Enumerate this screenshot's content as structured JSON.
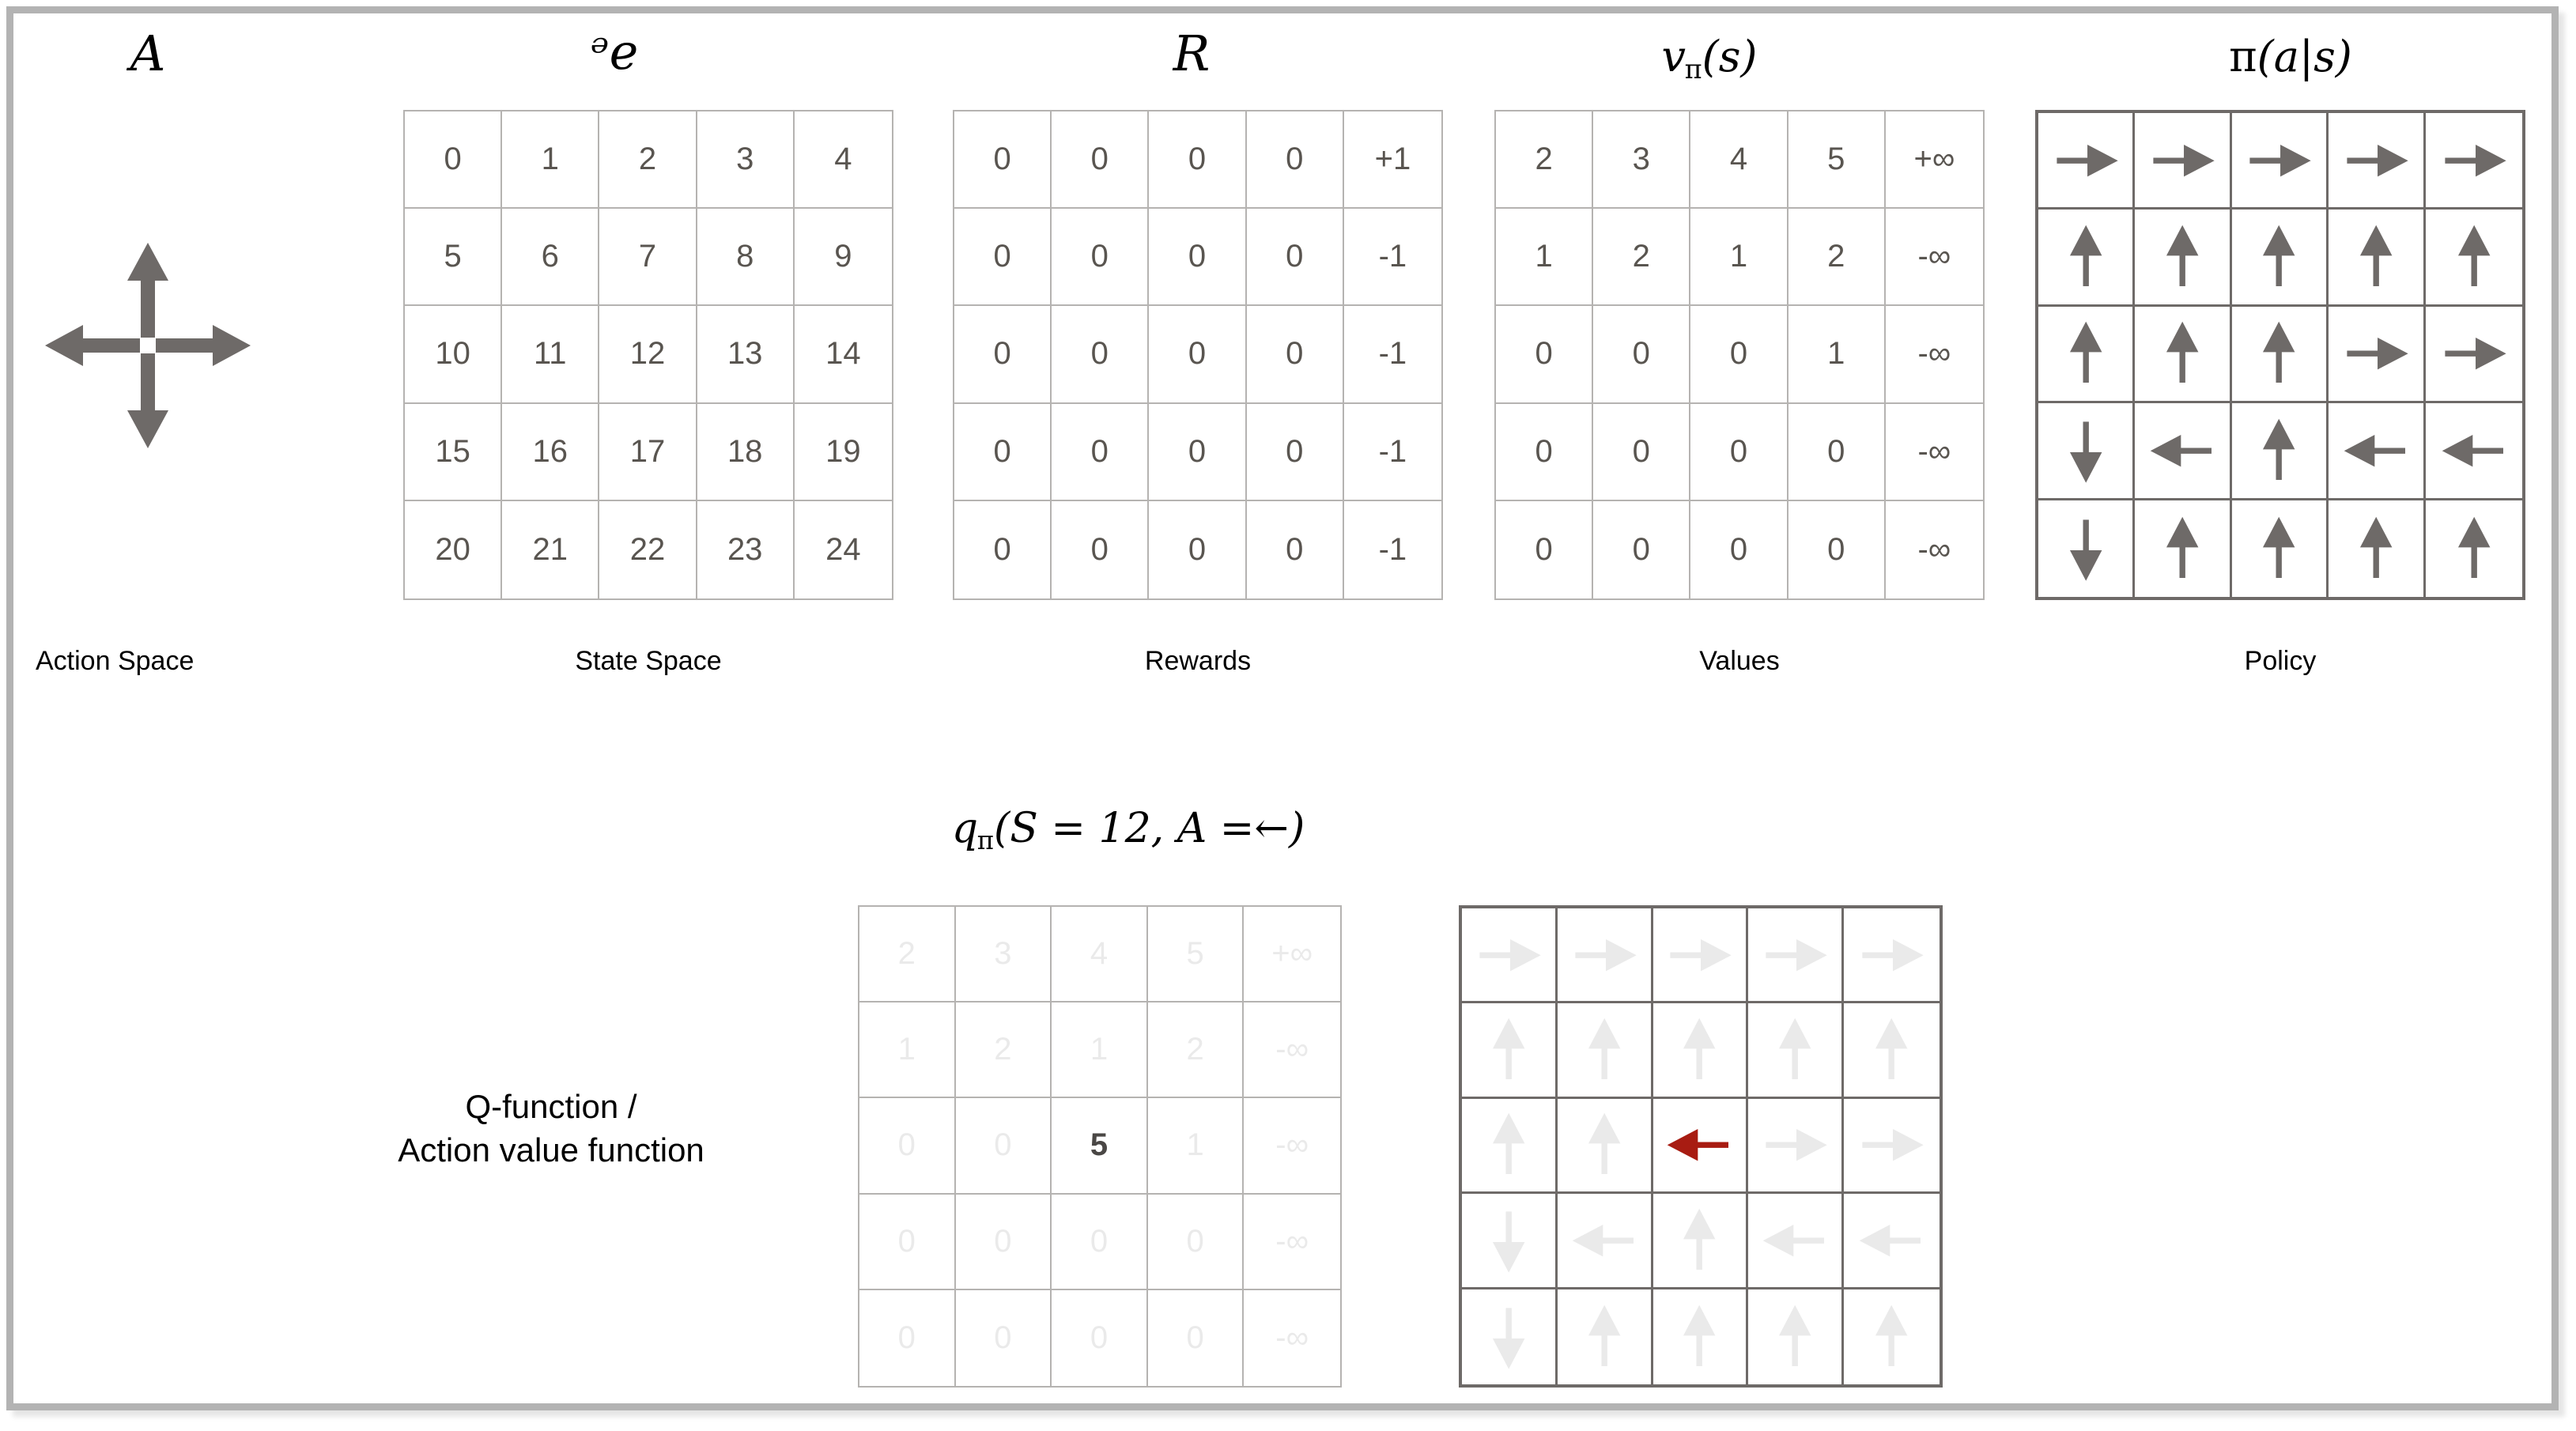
{
  "figure": {
    "title_row": {
      "action_space_symbol": "A",
      "state_space_symbol": "ᵊe",
      "rewards_symbol": "R",
      "values_symbol_base": "v",
      "values_symbol_sub": "π",
      "values_symbol_arg": "(s)",
      "policy_symbol_base": "π",
      "policy_symbol_arg": "(a|s)"
    },
    "captions": {
      "action_space": "Action Space",
      "state_space": "State Space",
      "rewards": "Rewards",
      "values": "Values",
      "policy": "Policy"
    },
    "q_section": {
      "formula_q": "q",
      "formula_sub": "π",
      "formula_args": "(S = 12, A =←)",
      "label_line1": "Q-function /",
      "label_line2": "Action value function"
    }
  },
  "colors": {
    "frame_border": "#b3b3b3",
    "grid_line_light": "#b5b3b1",
    "grid_line_dark": "#6e6a68",
    "text_grey": "#595550",
    "positive_gold": "#f4cd5c",
    "negative_blue": "#8ba6dd",
    "arrow_grey": "#6e6a68",
    "faded_grey": "#eaeaea",
    "highlight_red": "#a81c12",
    "highlight_dark": "#4a4745"
  },
  "action_space": {
    "icons": [
      "arrow-up",
      "arrow-left",
      "arrow-right",
      "arrow-down"
    ]
  },
  "chart_data": {
    "type": "table",
    "title": "Reinforcement Learning MDP components on a 5x5 gridworld",
    "grids": [
      {
        "name": "state_space",
        "symbol": "ᵊe",
        "caption": "State Space",
        "rows": [
          [
            "0",
            "1",
            "2",
            "3",
            "4"
          ],
          [
            "5",
            "6",
            "7",
            "8",
            "9"
          ],
          [
            "10",
            "11",
            "12",
            "13",
            "14"
          ],
          [
            "15",
            "16",
            "17",
            "18",
            "19"
          ],
          [
            "20",
            "21",
            "22",
            "23",
            "24"
          ]
        ],
        "cell_styles": [
          [
            "",
            "",
            "",
            "",
            ""
          ],
          [
            "",
            "",
            "",
            "",
            ""
          ],
          [
            "",
            "",
            "",
            "",
            ""
          ],
          [
            "",
            "",
            "",
            "",
            ""
          ],
          [
            "",
            "",
            "",
            "",
            ""
          ]
        ]
      },
      {
        "name": "rewards",
        "symbol": "R",
        "caption": "Rewards",
        "rows": [
          [
            "0",
            "0",
            "0",
            "0",
            "+1"
          ],
          [
            "0",
            "0",
            "0",
            "0",
            "-1"
          ],
          [
            "0",
            "0",
            "0",
            "0",
            "-1"
          ],
          [
            "0",
            "0",
            "0",
            "0",
            "-1"
          ],
          [
            "0",
            "0",
            "0",
            "0",
            "-1"
          ]
        ],
        "cell_styles": [
          [
            "",
            "",
            "",
            "",
            "pos"
          ],
          [
            "",
            "",
            "",
            "",
            "neg"
          ],
          [
            "",
            "",
            "",
            "",
            "neg"
          ],
          [
            "",
            "",
            "",
            "",
            "neg"
          ],
          [
            "",
            "",
            "",
            "",
            "neg"
          ]
        ]
      },
      {
        "name": "values",
        "symbol": "v_π(s)",
        "caption": "Values",
        "rows": [
          [
            "2",
            "3",
            "4",
            "5",
            "+∞"
          ],
          [
            "1",
            "2",
            "1",
            "2",
            "-∞"
          ],
          [
            "0",
            "0",
            "0",
            "1",
            "-∞"
          ],
          [
            "0",
            "0",
            "0",
            "0",
            "-∞"
          ],
          [
            "0",
            "0",
            "0",
            "0",
            "-∞"
          ]
        ],
        "cell_styles": [
          [
            "",
            "",
            "",
            "",
            "pos"
          ],
          [
            "",
            "",
            "",
            "",
            "neg"
          ],
          [
            "",
            "",
            "",
            "",
            "neg"
          ],
          [
            "",
            "",
            "",
            "",
            "neg"
          ],
          [
            "",
            "",
            "",
            "",
            "neg"
          ]
        ]
      },
      {
        "name": "policy",
        "symbol": "π(a|s)",
        "caption": "Policy",
        "rows": [
          [
            "right",
            "right",
            "right",
            "right",
            "right"
          ],
          [
            "up",
            "up",
            "up",
            "up",
            "up"
          ],
          [
            "up",
            "up",
            "up",
            "right",
            "right"
          ],
          [
            "down",
            "left",
            "up",
            "left",
            "left"
          ],
          [
            "down",
            "up",
            "up",
            "up",
            "up"
          ]
        ],
        "cell_styles": [
          [
            "",
            "",
            "",
            "",
            ""
          ],
          [
            "",
            "",
            "",
            "",
            ""
          ],
          [
            "",
            "",
            "",
            "",
            ""
          ],
          [
            "",
            "",
            "",
            "",
            ""
          ],
          [
            "",
            "",
            "",
            "",
            ""
          ]
        ]
      },
      {
        "name": "q_values_faded",
        "symbol": "q_π(S = 12, A =←)",
        "caption": "",
        "rows": [
          [
            "2",
            "3",
            "4",
            "5",
            "+∞"
          ],
          [
            "1",
            "2",
            "1",
            "2",
            "-∞"
          ],
          [
            "0",
            "0",
            "5",
            "1",
            "-∞"
          ],
          [
            "0",
            "0",
            "0",
            "0",
            "-∞"
          ],
          [
            "0",
            "0",
            "0",
            "0",
            "-∞"
          ]
        ],
        "cell_styles": [
          [
            "",
            "",
            "",
            "",
            ""
          ],
          [
            "",
            "",
            "",
            "",
            ""
          ],
          [
            "",
            "",
            "hot",
            "",
            ""
          ],
          [
            "",
            "",
            "",
            "",
            ""
          ],
          [
            "",
            "",
            "",
            "",
            ""
          ]
        ]
      },
      {
        "name": "q_policy_faded",
        "symbol": "",
        "caption": "",
        "rows": [
          [
            "right",
            "right",
            "right",
            "right",
            "right"
          ],
          [
            "up",
            "up",
            "up",
            "up",
            "up"
          ],
          [
            "up",
            "up",
            "left",
            "right",
            "right"
          ],
          [
            "down",
            "left",
            "up",
            "left",
            "left"
          ],
          [
            "down",
            "up",
            "up",
            "up",
            "up"
          ]
        ],
        "cell_styles": [
          [
            "",
            "",
            "",
            "",
            ""
          ],
          [
            "",
            "",
            "",
            "",
            ""
          ],
          [
            "",
            "",
            "hot",
            "",
            ""
          ],
          [
            "",
            "",
            "",
            "",
            ""
          ],
          [
            "",
            "",
            "",
            "",
            ""
          ]
        ]
      }
    ]
  }
}
